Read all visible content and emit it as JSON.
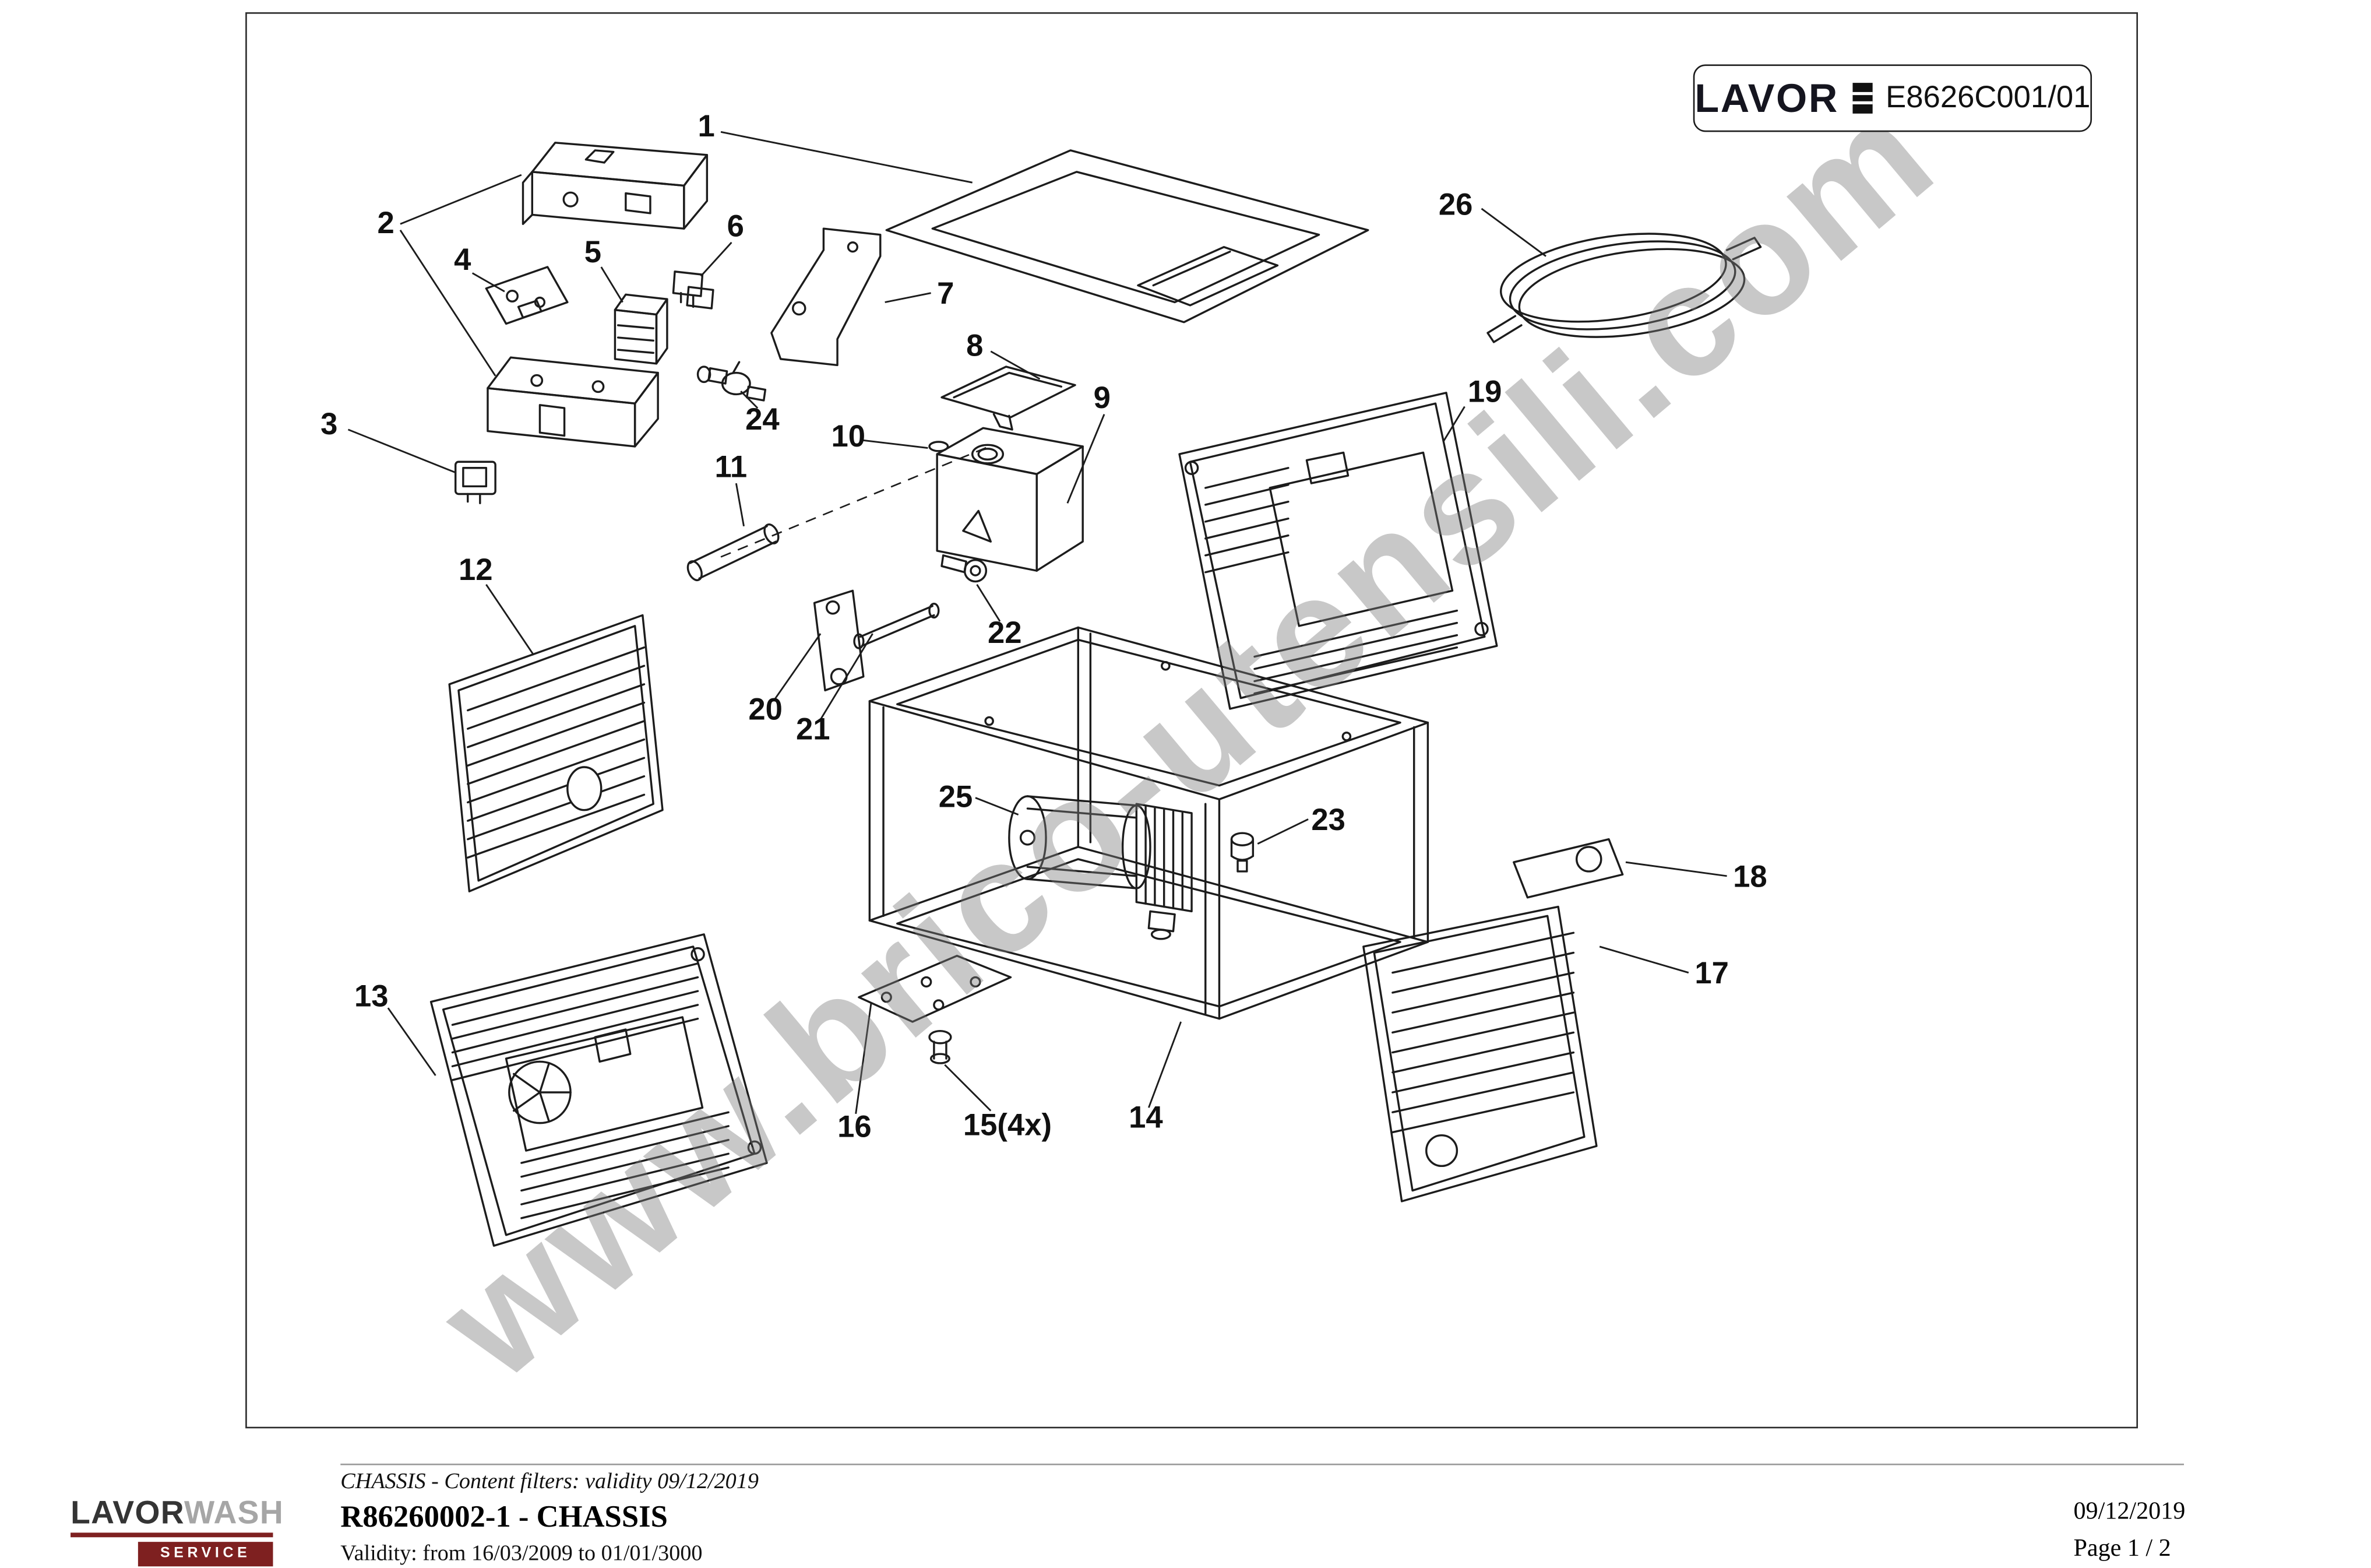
{
  "header": {
    "brand": "LAVOR",
    "code": "E8626C001/01"
  },
  "watermark": "www.brico-utensili.com",
  "diagram": {
    "labels": [
      "1",
      "2",
      "3",
      "4",
      "5",
      "6",
      "7",
      "8",
      "9",
      "10",
      "11",
      "12",
      "13",
      "14",
      "15(4x)",
      "16",
      "17",
      "18",
      "19",
      "20",
      "21",
      "22",
      "23",
      "24",
      "25",
      "26"
    ]
  },
  "footer": {
    "logo_primary": "LAVOR",
    "logo_secondary": "WASH",
    "logo_service": "SERVICE",
    "filters_line": "CHASSIS - Content filters: validity 09/12/2019",
    "doc_title": "R86260002-1 - CHASSIS",
    "validity_line": "Validity: from 16/03/2009 to 01/01/3000",
    "date": "09/12/2019",
    "page_indicator": "Page 1 / 2"
  }
}
